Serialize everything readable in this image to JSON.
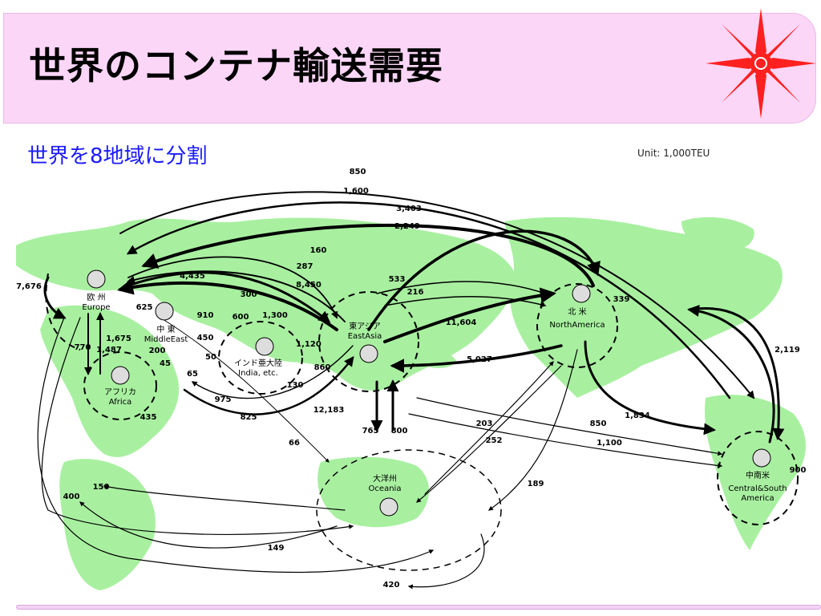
{
  "title": "世界のコンテナ輸送需要",
  "subtitle": "世界を8地域に分割",
  "unit": "Unit: 1,000TEU",
  "colors": {
    "header_bg": "#fbd6f7",
    "subtitle": "#1a1aff",
    "land": "#a8f0a0",
    "logo": "#ff2020"
  },
  "logo": {
    "icon": "compass-star-icon"
  },
  "regions": {
    "europe": {
      "jp": "欧 州",
      "en": "Europe"
    },
    "middle_east": {
      "jp": "中 東",
      "en": "MiddleEast"
    },
    "india": {
      "jp": "インド亜大陸",
      "en": "India, etc."
    },
    "east_asia": {
      "jp": "東アジア",
      "en": "EastAsia"
    },
    "africa": {
      "jp": "アフリカ",
      "en": "Africa"
    },
    "oceania": {
      "jp": "大洋州",
      "en": "Oceania"
    },
    "north_america": {
      "jp": "北 米",
      "en": "NorthAmerica"
    },
    "central_south": {
      "jp": "中南米",
      "en": "Central&South",
      "en2": "America"
    }
  },
  "flows": {
    "v850": "850",
    "v1600": "1,600",
    "v3403": "3,403",
    "v2249": "2,249",
    "v160": "160",
    "v287": "287",
    "v4435": "4,435",
    "v8450": "8,450",
    "v533": "533",
    "v216": "216",
    "v300": "300",
    "v7676": "7,676",
    "v625": "625",
    "v910": "910",
    "v600": "600",
    "v1300": "1,300",
    "v450": "450",
    "v1120": "1,120",
    "v11604": "11,604",
    "v339": "339",
    "v1675": "1,675",
    "v770": "770",
    "v1487": "1,487",
    "v200": "200",
    "v50": "50",
    "v45": "45",
    "v65": "65",
    "v860": "860",
    "v130": "130",
    "v5027": "5,027",
    "v2119": "2,119",
    "v975": "975",
    "v825": "825",
    "v12183": "12,183",
    "v435": "435",
    "v1834": "1,834",
    "v850b": "850",
    "v203": "203",
    "v1100": "1,100",
    "v66": "66",
    "v765": "765",
    "v800": "800",
    "v252": "252",
    "v900": "900",
    "v150": "150",
    "v400": "400",
    "v189": "189",
    "v149": "149",
    "v420": "420"
  }
}
